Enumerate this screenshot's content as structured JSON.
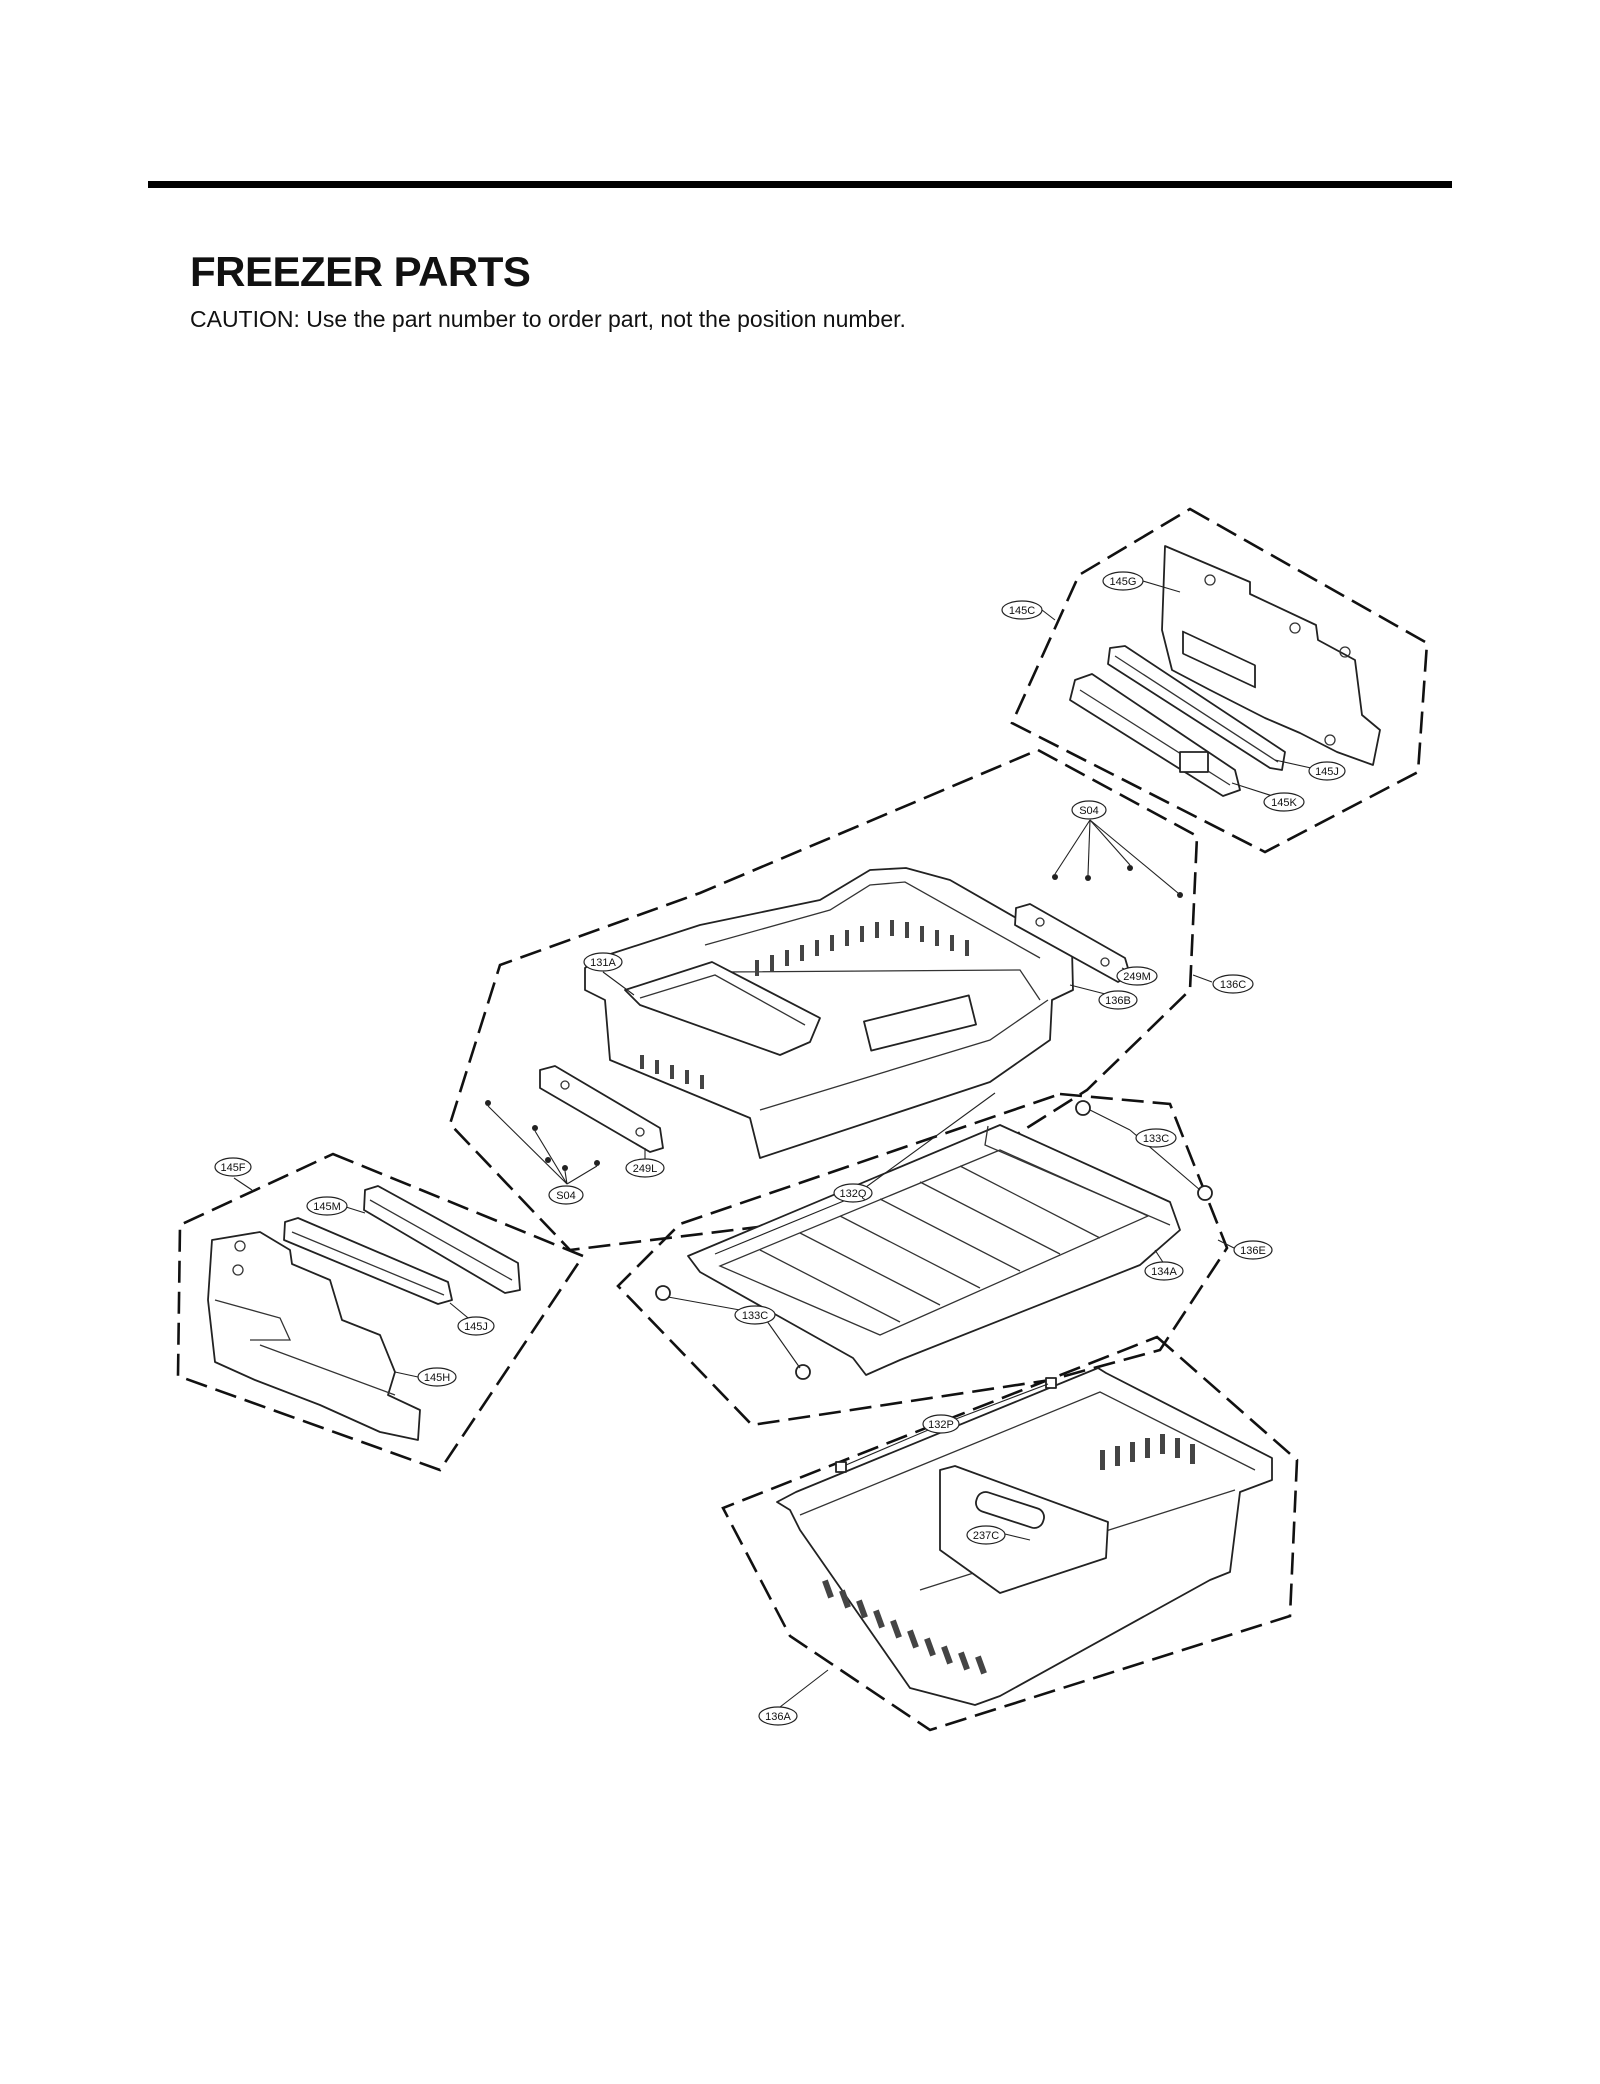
{
  "header": {
    "title": "FREEZER PARTS",
    "caution": "CAUTION: Use the part number to order part, not the position number."
  },
  "labels": {
    "p145G": "145G",
    "p145C": "145C",
    "p145J_top": "145J",
    "p145K": "145K",
    "pS04_top": "S04",
    "p249M": "249M",
    "p136C": "136C",
    "p131A": "131A",
    "p136B": "136B",
    "p249L": "249L",
    "pS04_bottom": "S04",
    "p145F": "145F",
    "p145M": "145M",
    "p145J_left": "145J",
    "p145H": "145H",
    "p133C_top": "133C",
    "p132Q": "132Q",
    "p134A": "134A",
    "p136E": "136E",
    "p133C_left": "133C",
    "p132P": "132P",
    "p237C": "237C",
    "p136A": "136A"
  }
}
